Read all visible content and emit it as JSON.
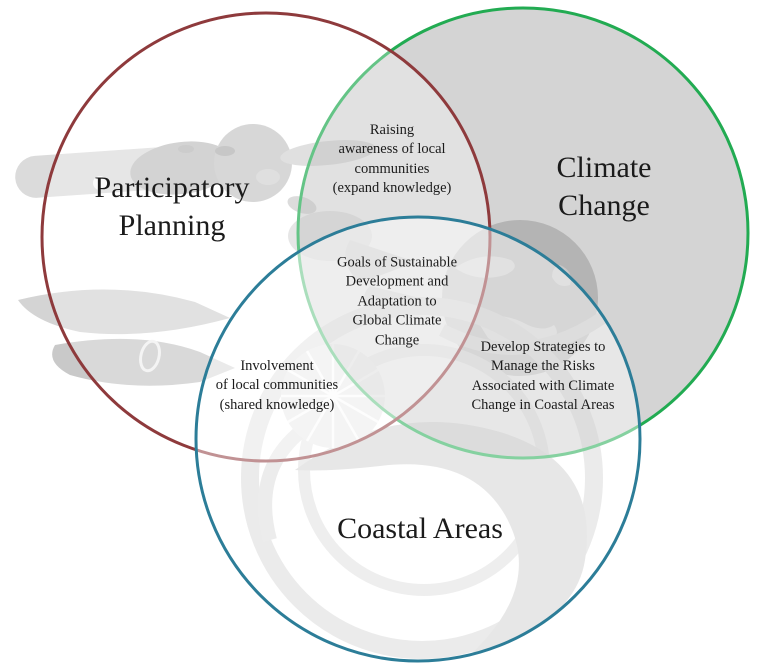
{
  "diagram": {
    "type": "venn",
    "circles": {
      "participatory_planning": {
        "label": "Participatory\nPlanning",
        "stroke_color": "#8E3A3C",
        "fill_color": "rgba(255,255,255,0.30)"
      },
      "climate_change": {
        "label": "Climate\nChange",
        "stroke_color": "#22AB52",
        "fill_color": "rgba(169,169,169,0.50)"
      },
      "coastal_areas": {
        "label": "Coastal Areas",
        "stroke_color": "#2C7D98",
        "fill_color": "rgba(255,255,255,0.45)"
      }
    },
    "intersections": {
      "planning_climate": {
        "text": "Raising\nawareness of local\ncommunities\n(expand knowledge)"
      },
      "planning_coastal": {
        "text": "Involvement\nof local communities\n(shared knowledge)"
      },
      "climate_coastal": {
        "text": "Develop Strategies to\nManage the Risks\nAssociated with Climate\nChange in Coastal Areas"
      },
      "all_three": {
        "text": "Goals of Sustainable\nDevelopment and\nAdaptation to\nGlobal Climate\nChange"
      }
    },
    "text_color": "#1B1B1B"
  }
}
